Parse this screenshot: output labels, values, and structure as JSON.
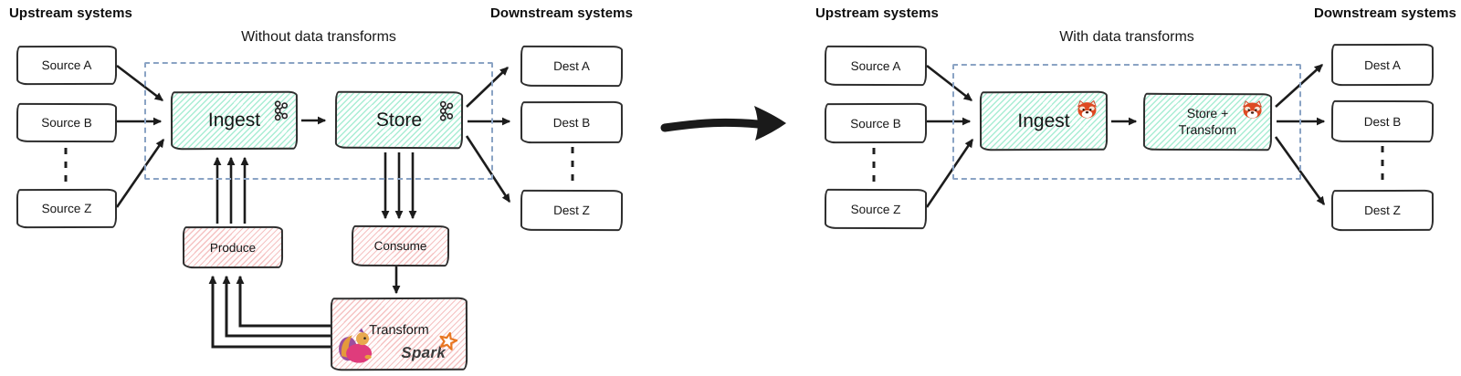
{
  "diagram": {
    "left": {
      "upstream_label": "Upstream systems",
      "downstream_label": "Downstream systems",
      "title": "Without data transforms",
      "sources": [
        "Source A",
        "Source B",
        "Source Z"
      ],
      "dests": [
        "Dest A",
        "Dest B",
        "Dest Z"
      ],
      "ingest_label": "Ingest",
      "store_label": "Store",
      "produce_label": "Produce",
      "consume_label": "Consume",
      "transform_label": "Transform",
      "spark_label": "Spark"
    },
    "right": {
      "upstream_label": "Upstream systems",
      "downstream_label": "Downstream systems",
      "title": "With data transforms",
      "sources": [
        "Source A",
        "Source B",
        "Source Z"
      ],
      "dests": [
        "Dest A",
        "Dest B",
        "Dest Z"
      ],
      "ingest_label": "Ingest",
      "store_transform_line1": "Store +",
      "store_transform_line2": "Transform"
    },
    "icons": {
      "kafka": "kafka-logo",
      "redpanda": "redpanda-logo",
      "flink": "flink-squirrel-logo",
      "spark_star": "spark-star"
    },
    "colors": {
      "teal_hatch": "#a9edd4",
      "pink_hatch": "#f5c3c3",
      "dashed_zone_blue": "#8aa3c4",
      "arrow_black": "#1c1c1c",
      "box_border": "#2e2e2e",
      "spark_orange": "#e87722",
      "redpanda_red": "#dd4a22"
    }
  }
}
